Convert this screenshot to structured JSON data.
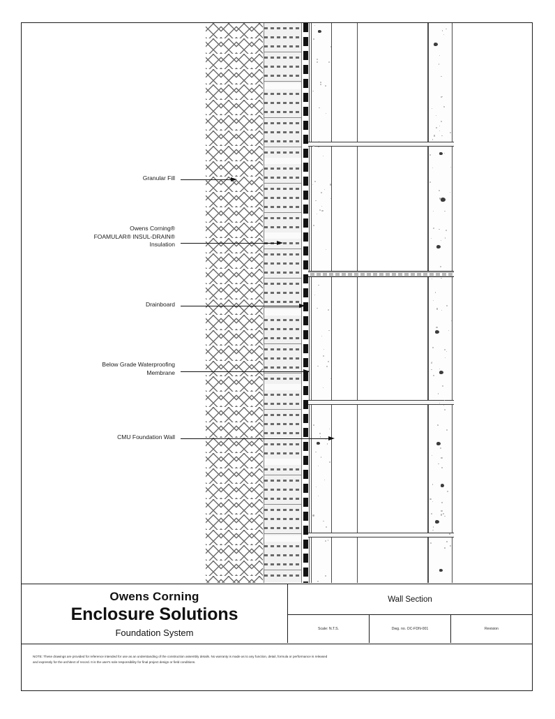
{
  "sheet": {
    "drawing_title": "Wall Section"
  },
  "labels": [
    {
      "id": "granular-fill",
      "text": "Granular Fill"
    },
    {
      "id": "insulation",
      "text": "Owens Corning®\nFOAMULAR® INSUL-DRAIN®\nInsulation"
    },
    {
      "id": "drainboard",
      "text": "Drainboard"
    },
    {
      "id": "membrane",
      "text": "Below Grade Waterproofing\nMembrane"
    },
    {
      "id": "cmu-wall",
      "text": "CMU Foundation Wall"
    }
  ],
  "title_block": {
    "brand": "Owens Corning",
    "product_line": "Enclosure Solutions",
    "system": "Foundation System",
    "drawing_title": "Wall Section",
    "cells": [
      {
        "name": "scale",
        "text": "Scale: N.T.S."
      },
      {
        "name": "drawing",
        "text": "Dwg. no. OC-FDN-001"
      },
      {
        "name": "revision",
        "text": "Revision"
      }
    ]
  },
  "disclaimer": {
    "line1": "NOTE: These drawings are provided for reference intended for use as an understanding of the construction assembly details. No warranty is made as to any function, detail, formula or performance is released",
    "line2": "and expressly for the architect of record. It is the user's sole responsibility for final project design or field conditions."
  },
  "colors": {
    "ink": "#1a1a1a",
    "hatch": "#6e6e6e",
    "board_fill": "#f1f1f1",
    "grout": "#b9b9b9"
  }
}
